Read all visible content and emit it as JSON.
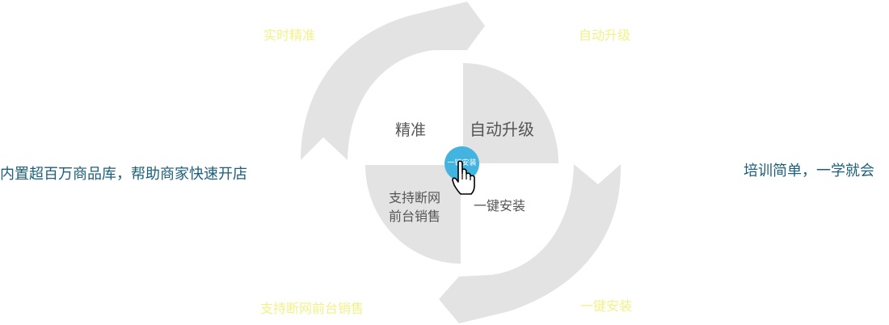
{
  "corner_labels": {
    "top_left": "实时精准",
    "top_right": "自动升级",
    "bottom_left": "支持断网前台销售",
    "bottom_right": "一键安装"
  },
  "side_texts": {
    "left": "内置超百万商品库，帮助商家快速开店",
    "right": "培训简单，一学就会"
  },
  "quadrants": {
    "top_left": "精准",
    "top_right": "自动升级",
    "bottom_left_line1": "支持断网",
    "bottom_left_line2": "前台销售",
    "bottom_right": "一键安装"
  },
  "center_button": {
    "label": "一键安装"
  },
  "colors": {
    "arrow_gray": "#e3e3e3",
    "quadrant_gray": "#e3e3e3",
    "center_blue": "#43b3e0",
    "corner_label_yellow": "#f2f28a",
    "side_text_teal": "#1b5f7a"
  },
  "icons": [
    "pointing-hand-cursor-icon"
  ]
}
